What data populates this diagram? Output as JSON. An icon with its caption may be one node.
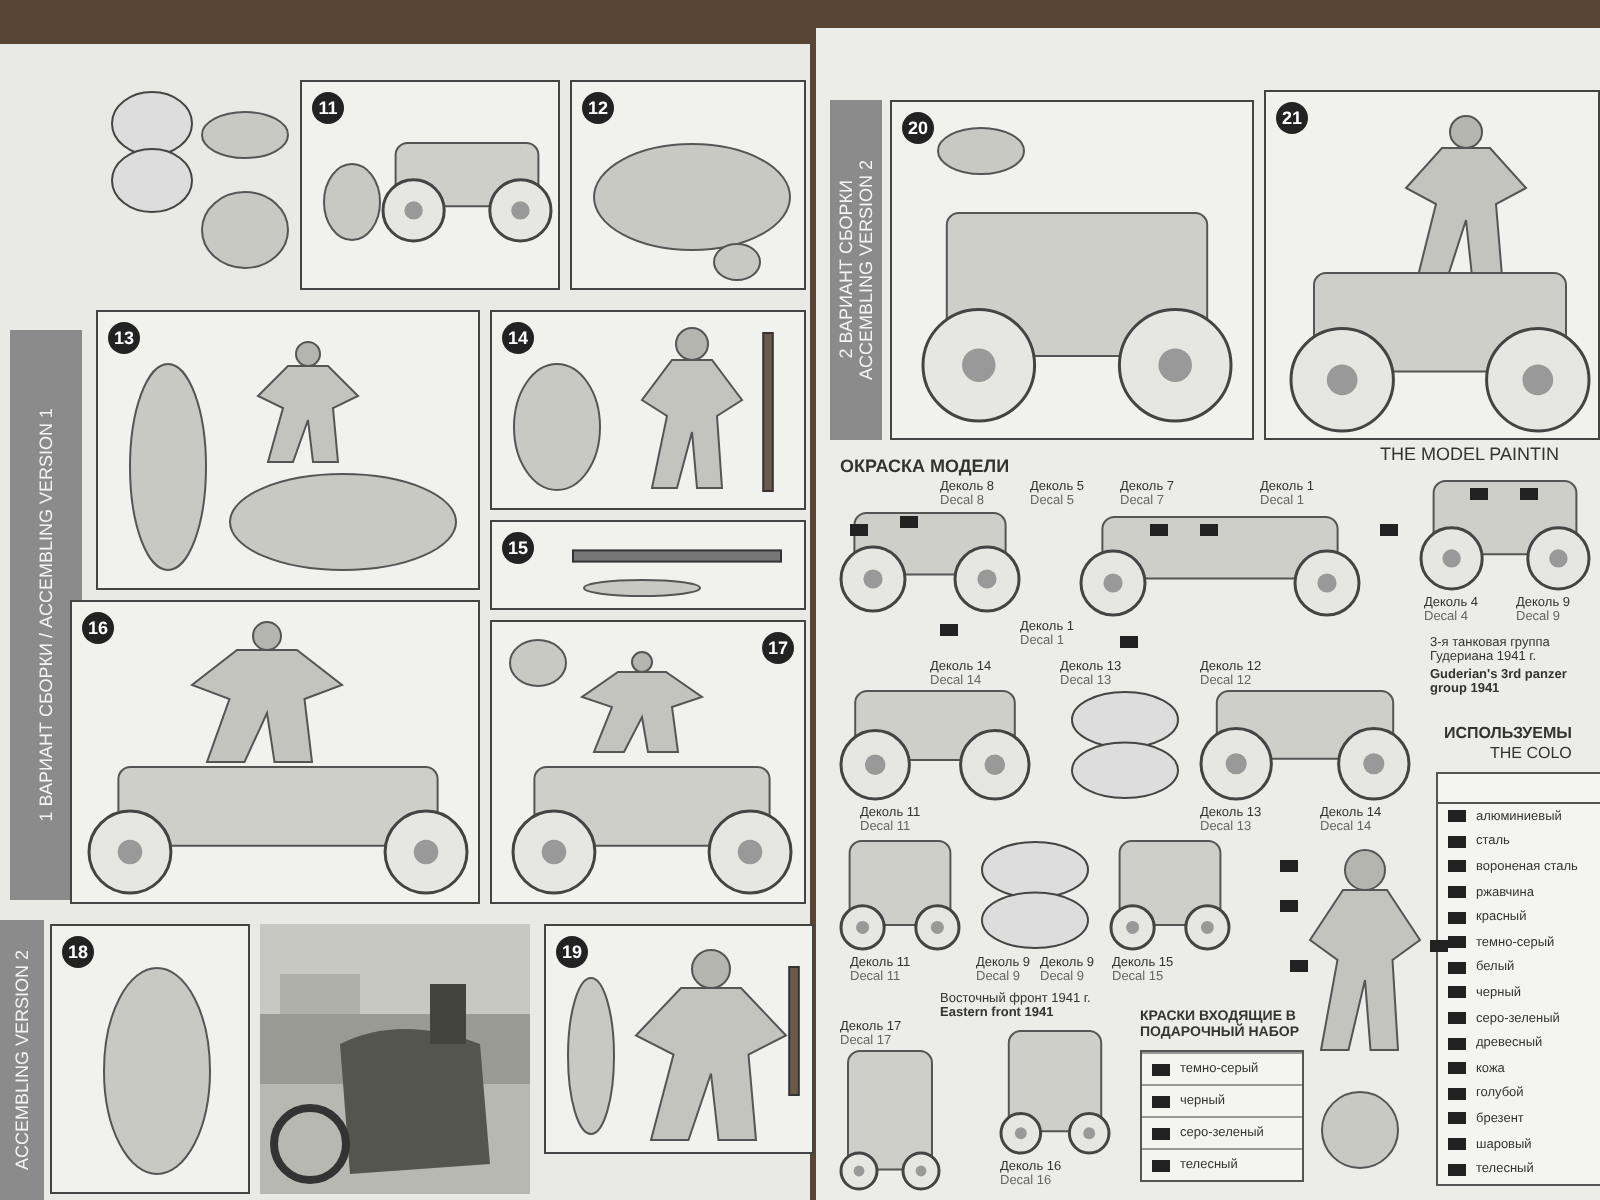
{
  "diagram": {
    "nodes": [
      {
        "text": [
          "11"
        ]
      },
      {
        "text": [
          "12"
        ]
      },
      {
        "text": [
          "13"
        ]
      },
      {
        "text": [
          "14"
        ]
      },
      {
        "text": [
          "15"
        ]
      },
      {
        "text": [
          "16"
        ]
      },
      {
        "text": [
          "17"
        ]
      },
      {
        "text": [
          "18"
        ]
      },
      {
        "text": [
          "19"
        ]
      },
      {
        "text": [
          "20"
        ]
      },
      {
        "text": [
          "21"
        ]
      },
      {
        "text": [],
        "shape": "picture"
      }
    ],
    "edges": [],
    "labels": [
      "1 ВАРИАНТ СБОРКИ / ACCEMBLING VERSION 1",
      "ACCEMBLING VERSION 2",
      "2 ВАРИАНТ СБОРКИ",
      "ACCEMBLING VERSION 2",
      "THE MODEL PAINTIN",
      "ОКРАСКА МОДЕЛИ",
      "Деколь 8",
      "Decal 8",
      "Деколь 5",
      "Decal 5",
      "Деколь 7",
      "Decal 7",
      "Деколь 1",
      "Decal 1",
      "Деколь 1",
      "Decal 1",
      "Деколь 4",
      "Decal 4",
      "Деколь 9",
      "Decal 9",
      "Деколь 14",
      "Decal 14",
      "Деколь 13",
      "Decal 13",
      "Деколь 12",
      "Decal 12",
      "3-я танковая группа Гудериана 1941 г.",
      "Guderian's 3rd panzer group 1941",
      "Деколь 11",
      "Decal 11",
      "Деколь 13",
      "Decal 13",
      "Деколь 14",
      "Decal 14",
      "Деколь 11",
      "Decal 11",
      "Деколь 9",
      "Decal 9",
      "Деколь 9",
      "Decal 9",
      "Деколь 15",
      "Decal 15",
      "Восточный фронт 1941 г.",
      "Eastern front 1941",
      "Деколь 17",
      "Decal 17",
      "Деколь 16",
      "Decal 16",
      "КРАСКИ ВХОДЯЩИЕ В ПОДАРОЧНЫЙ НАБОР",
      "темно-серый",
      "черный",
      "серо-зеленый",
      "телесный",
      "ИСПОЛЬЗУЕМЫ",
      "THE COLO",
      "алюминиевый",
      "сталь",
      "вороненая сталь",
      "ржавчина",
      "красный",
      "темно-серый",
      "белый",
      "черный",
      "серо-зеленый",
      "древесный",
      "кожа",
      "голубой",
      "брезент",
      "шаровый",
      "телесный"
    ]
  }
}
